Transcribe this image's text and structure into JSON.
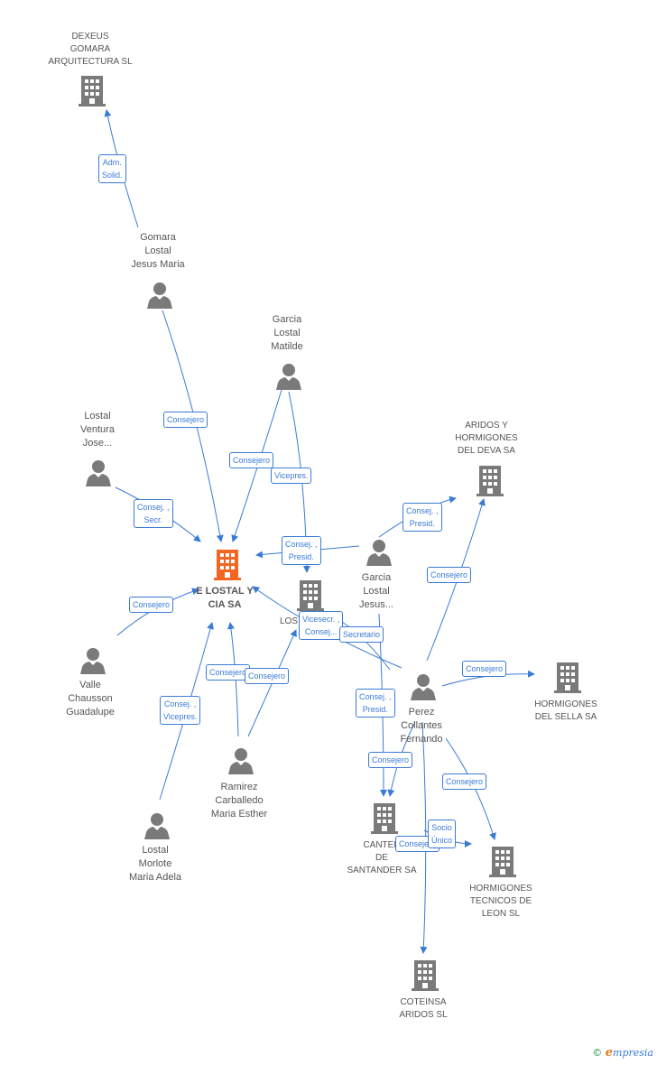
{
  "colors": {
    "edge": "#3a7bd5",
    "node": "#7a7a7a",
    "main_node": "#f26522",
    "text": "#555555"
  },
  "nodes": {
    "dexeus": {
      "label": "DEXEUS\nGOMARA\nARQUITECTURA SL",
      "icon": "building-icon"
    },
    "gomara": {
      "label": "Gomara\nLostal\nJesus Maria",
      "icon": "person-icon"
    },
    "garcia_matilde": {
      "label": "Garcia\nLostal\nMatilde",
      "icon": "person-icon"
    },
    "lostal_ventura": {
      "label": "Lostal\nVentura\nJose...",
      "icon": "person-icon"
    },
    "aridos_deva": {
      "label": "ARIDOS Y\nHORMIGONES\nDEL DEVA SA",
      "icon": "building-icon"
    },
    "main": {
      "label": "E LOSTAL Y\nCIA SA",
      "icon": "building-icon"
    },
    "garcia_jesus": {
      "label": "Garcia\nLostal\nJesus...",
      "icon": "person-icon"
    },
    "los": {
      "label": "LOS",
      "icon": "building-icon"
    },
    "valle": {
      "label": "Valle\nChausson\nGuadalupe",
      "icon": "person-icon"
    },
    "perez": {
      "label": "Perez\nCollantes\nFernando",
      "icon": "person-icon"
    },
    "sella": {
      "label": "HORMIGONES\nDEL SELLA SA",
      "icon": "building-icon"
    },
    "ramirez": {
      "label": "Ramirez\nCarballedo\nMaria Esther",
      "icon": "person-icon"
    },
    "lostal_morlote": {
      "label": "Lostal\nMorlote\nMaria Adela",
      "icon": "person-icon"
    },
    "canteras": {
      "label": "CANTER\nDE\nSANTANDER SA",
      "icon": "building-icon"
    },
    "tecnicos": {
      "label": "HORMIGONES\nTECNICOS DE\nLEON SL",
      "icon": "building-icon"
    },
    "coteinsa": {
      "label": "COTEINSA\nARIDOS SL",
      "icon": "building-icon"
    }
  },
  "roles": {
    "adm_solid": "Adm.\nSolid.",
    "gomara_consejero": "Consejero",
    "matilde_consejero": "Consejero",
    "matilde_vicepres": "Vicepres.",
    "ventura_consej_secr": "Consej. ,\nSecr.",
    "jesus_consej_presid_main": "Consej. ,\nPresid.",
    "jesus_consej_presid_deva": "Consej. ,\nPresid.",
    "valle_consejero": "Consejero",
    "ramirez_consejero_a": "Consejero",
    "ramirez_consejero_b": "Consejero",
    "morlote_consej_vicepres": "Consej. ,\nVicepres.",
    "perez_vicesecr": "Vicesecr. ,\nConsej...",
    "jesus_secretario": "Secretario",
    "perez_consejero_deva": "Consejero",
    "perez_consejero_sella": "Consejero",
    "jesus_consej_presid_canteras": "Consej. ,\nPresid.",
    "perez_consejero_canteras": "Consejero",
    "perez_consejero_tecnicos": "Consejero",
    "perez_socio_unico": "Socio\nÚnico",
    "perez_consejero_cant2": "Consejero"
  },
  "footer": {
    "copyright": "©",
    "brand_e": "e",
    "brand_rest": "mpresia"
  }
}
